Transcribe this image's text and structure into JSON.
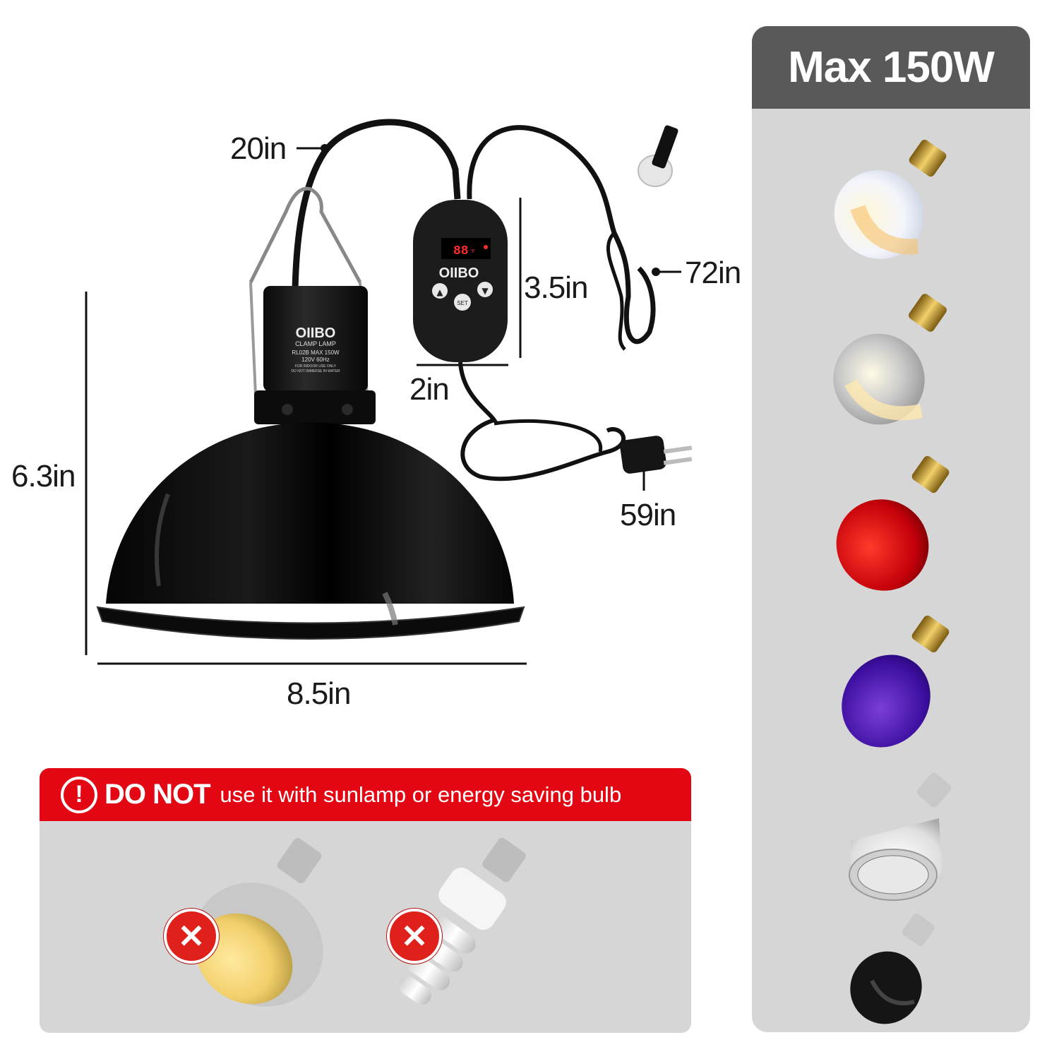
{
  "dimensions": {
    "cord_top": "20in",
    "controller_height": "3.5in",
    "controller_width": "2in",
    "sensor_cord": "72in",
    "plug_cord": "59in",
    "lamp_height": "6.3in",
    "lamp_width": "8.5in"
  },
  "lamp_label": {
    "brand": "OIIBO",
    "line1": "CLAMP LAMP",
    "line2": "RL02B  MAX 150W",
    "line3": "120V    60Hz",
    "line4": "FOR INDOOR USE ONLY",
    "line5": "DO NOT IMMERSE IN WATER"
  },
  "controller": {
    "display": "88",
    "unit": "°F",
    "brand": "OIIBO",
    "set_label": "SET"
  },
  "compatible": {
    "title": "Max 150W",
    "bulbs": [
      "daylight-bulb",
      "basking-spot-bulb",
      "red-heat-bulb",
      "night-purple-bulb",
      "uvb-par-bulb",
      "ceramic-heat-emitter"
    ]
  },
  "warning": {
    "icon": "!",
    "emphasis": "DO NOT",
    "text": "use it with sunlamp or energy saving bulb",
    "bulbs": [
      "sunlamp-bulb",
      "energy-saving-bulb"
    ],
    "mark": "✕"
  },
  "colors": {
    "red": "#e30613",
    "panel_gray": "#d6d6d6",
    "header_gray": "#595959"
  }
}
